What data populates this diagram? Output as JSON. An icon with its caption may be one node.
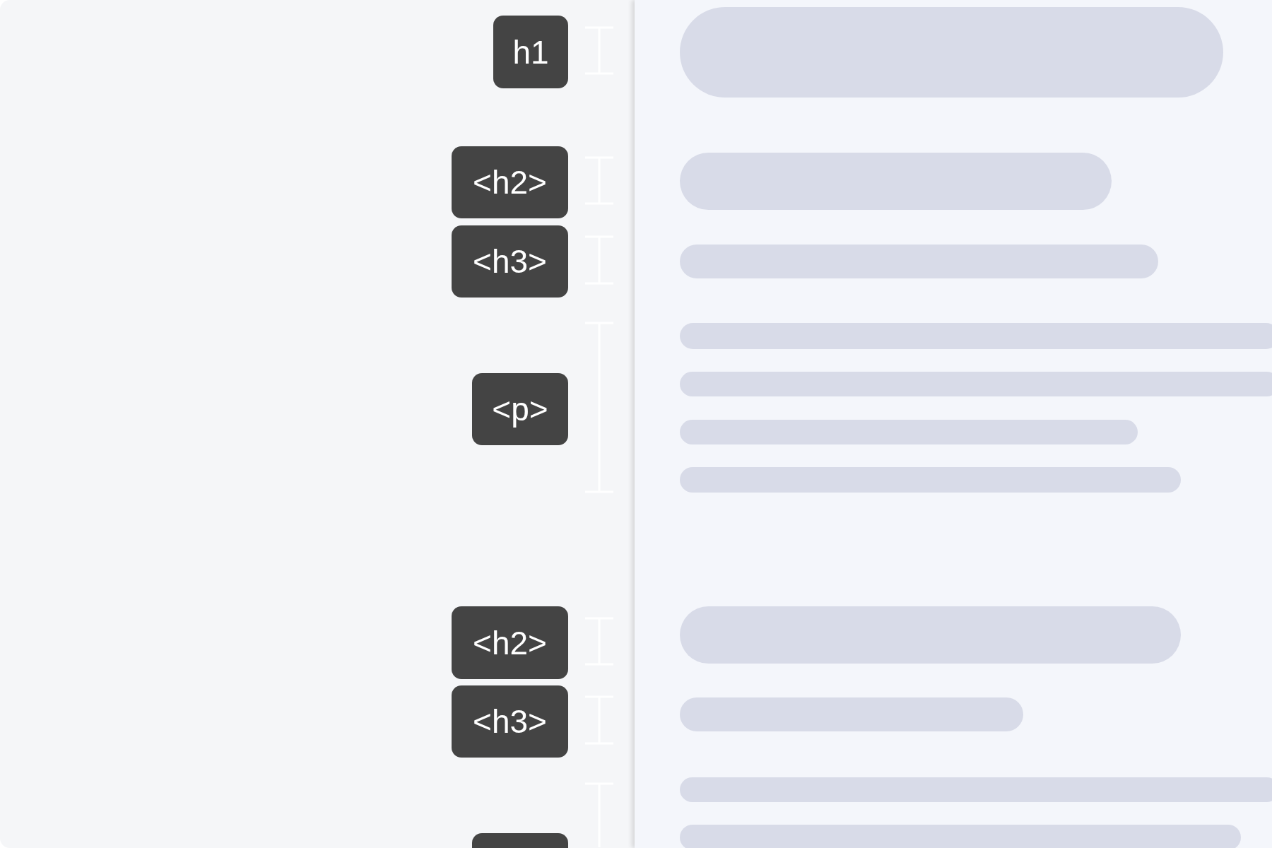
{
  "diagram": {
    "nodes": [
      {
        "text": [
          "h1"
        ]
      },
      {
        "text": [
          "<h2>"
        ]
      },
      {
        "text": [
          "<h3>"
        ]
      },
      {
        "text": [
          "<p>"
        ]
      },
      {
        "text": [
          "<h2>"
        ]
      },
      {
        "text": [
          "<h3>"
        ]
      },
      {
        "text": [],
        "shape": "box"
      }
    ]
  }
}
